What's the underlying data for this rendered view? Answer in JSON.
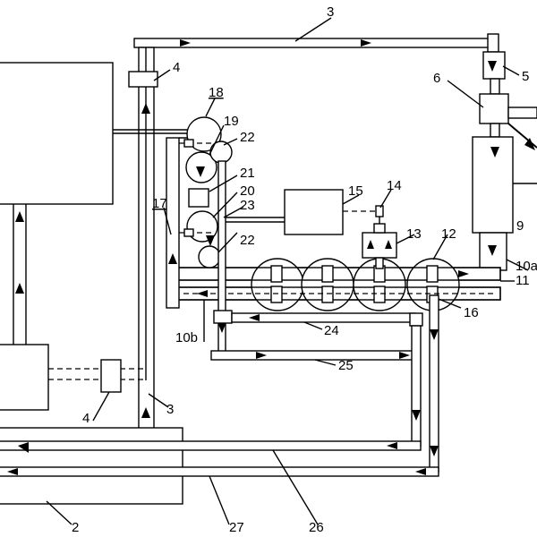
{
  "labels": {
    "l3_top": "3",
    "l4_top": "4",
    "l5": "5",
    "l6": "6",
    "l18": "18",
    "l19": "19",
    "l22a": "22",
    "l21": "21",
    "l20": "20",
    "l23": "23",
    "l17": "17",
    "l15": "15",
    "l14": "14",
    "l13": "13",
    "l12": "12",
    "l9": "9",
    "l10a": "10a",
    "l11": "11",
    "l22b": "22",
    "l16": "16",
    "l10b": "10b",
    "l24": "24",
    "l25": "25",
    "l4_bot": "4",
    "l3_bot": "3",
    "l2": "2",
    "l27": "27",
    "l26": "26"
  }
}
